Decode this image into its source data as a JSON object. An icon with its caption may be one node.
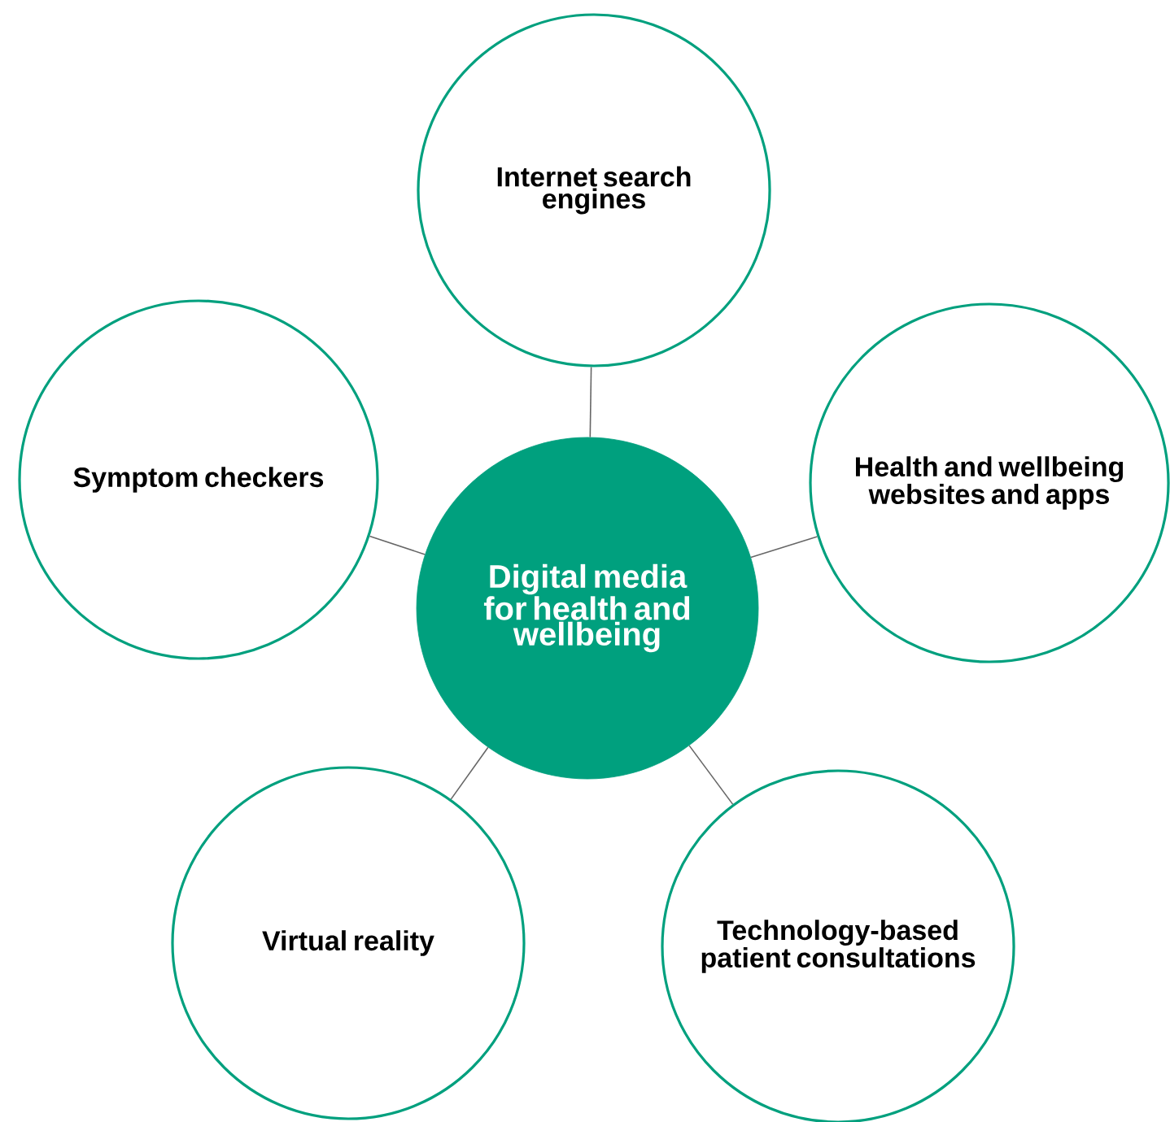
{
  "diagram": {
    "nodes": [
      {
        "text": [
          "Internet search engines"
        ]
      },
      {
        "text": [
          "Symptom checkers"
        ]
      },
      {
        "text": [
          "Digital media for health and wellbeing"
        ]
      },
      {
        "text": [
          "Health and wellbeing websites and apps"
        ]
      },
      {
        "text": [
          "Virtual reality"
        ]
      },
      {
        "text": [
          "Technology-based patient consultations"
        ]
      }
    ],
    "edges": [
      {
        "from": 2,
        "to": 0,
        "arrow": "none"
      },
      {
        "from": 2,
        "to": 1,
        "arrow": "none"
      },
      {
        "from": 2,
        "to": 3,
        "arrow": "none"
      },
      {
        "from": 2,
        "to": 4,
        "arrow": "none"
      },
      {
        "from": 2,
        "to": 5,
        "arrow": "none"
      }
    ]
  }
}
